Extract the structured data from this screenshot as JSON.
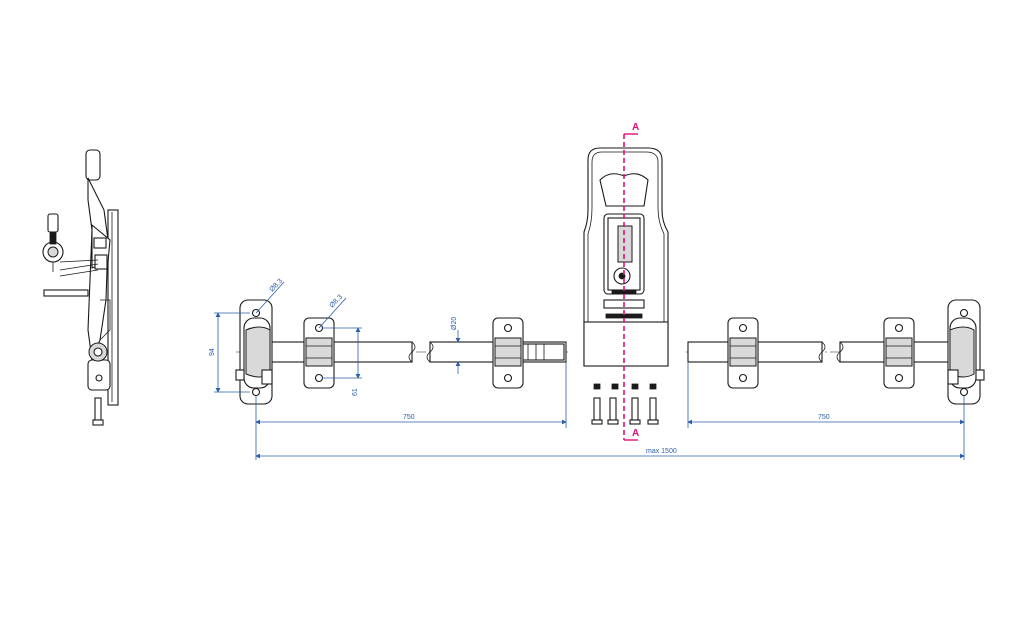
{
  "dimensions": {
    "hole_dia_bracket_left": "Ø8.3",
    "hole_dia_guide": "Ø8.3",
    "rod_dia": "Ø20",
    "bracket_height": "94",
    "guide_hole_spacing": "61",
    "rod_length_left": "750",
    "rod_length_right": "750",
    "total_length": "max 1500"
  },
  "section_marks": {
    "top": "A",
    "bottom": "A"
  },
  "colors": {
    "dimension": "#2b5fa6",
    "section_line": "#e0107a",
    "part": "#1a1a1a"
  },
  "icons": [
    "door-lock-side-view",
    "handle-front-view",
    "rod-keeper",
    "rod-guide",
    "mounting-bolt"
  ]
}
